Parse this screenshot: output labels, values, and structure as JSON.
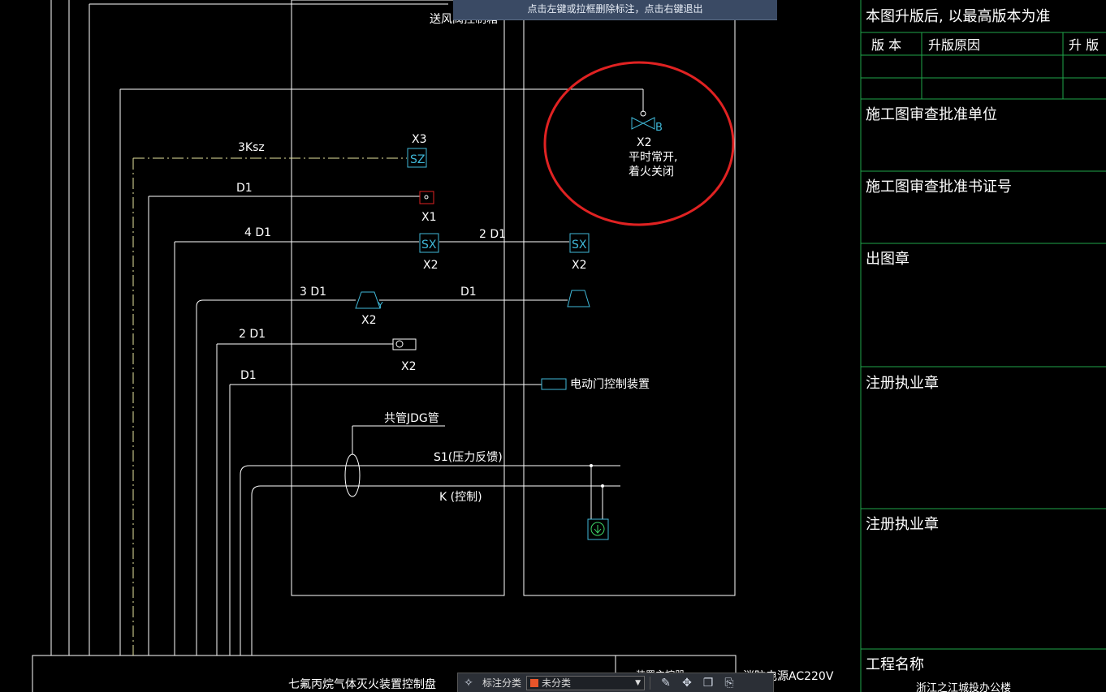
{
  "hint_bar": {
    "text": "点击左键或拉框删除标注，点击右键退出"
  },
  "drawing": {
    "top_label": "送风阀控制箱",
    "cable_labels": {
      "ksz3": "3Ksz",
      "d1_a": "D1",
      "d1_4": "4 D1",
      "d1_2b": "2 D1",
      "d1_3": "3 D1",
      "d1_b": "D1",
      "d1_2": "2 D1",
      "d1_c": "D1"
    },
    "device_labels": {
      "x3": "X3",
      "x1": "X1",
      "x2_a": "X2",
      "x2_b": "X2",
      "x2_c": "X2",
      "x2_d": "X2"
    },
    "valve": {
      "tag": "B",
      "name": "X2",
      "note_line1": "平时常开,",
      "note_line2": "着火关闭"
    },
    "door_control": "电动门控制装置",
    "conduit": "共管JDG管",
    "s1": "S1(压力反馈)",
    "k": "K (控制)",
    "y_tag": "Y",
    "bottom_panel": "七氟丙烷气体灭火装置控制盘",
    "bottom_power": "消防电源AC220V",
    "bottom_partial": "装置主控器"
  },
  "title_block": {
    "revision_note": "本图升版后, 以最高版本为准",
    "col_version": "版 本",
    "col_reason": "升版原因",
    "col_date": "升 版",
    "approval_unit": "施工图审查批准单位",
    "approval_cert": "施工图审查批准书证号",
    "drawing_seal": "出图章",
    "reg_seal_1": "注册执业章",
    "reg_seal_2": "注册执业章",
    "project_name": "工程名称",
    "project_partial": "浙江之江城投办公楼"
  },
  "annotation_toolbar": {
    "category_label": "标注分类",
    "category_value": "未分类",
    "swatch_color": "#e8552a"
  },
  "colors": {
    "lines": "#ffffff",
    "symbols": "#3fb8d8",
    "frame": "#1fa64a",
    "highlight": "#e02222"
  }
}
